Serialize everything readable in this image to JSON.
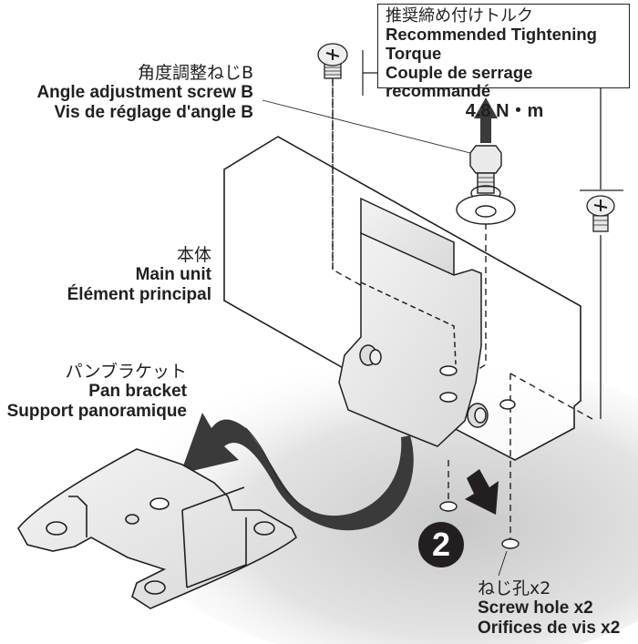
{
  "torque": {
    "ja": "推奨締め付けトルク",
    "en": "Recommended Tightening Torque",
    "fr": "Couple de serrage recommandé",
    "value": "4.8 N・m"
  },
  "angle_screw": {
    "ja": "角度調整ねじB",
    "en": "Angle adjustment screw B",
    "fr": "Vis de réglage d'angle B"
  },
  "main_unit": {
    "ja": "本体",
    "en": "Main unit",
    "fr": "Élément principal"
  },
  "pan_bracket": {
    "ja": "パンブラケット",
    "en": "Pan bracket",
    "fr": "Support panoramique"
  },
  "screw_hole": {
    "ja": "ねじ孔x2",
    "en": "Screw hole x2",
    "fr": "Orifices de vis x2"
  },
  "step": {
    "number": "2"
  },
  "colors": {
    "ink": "#231f20",
    "part_fill": "#e6e6e6",
    "shadow": "#cfcfcf"
  }
}
